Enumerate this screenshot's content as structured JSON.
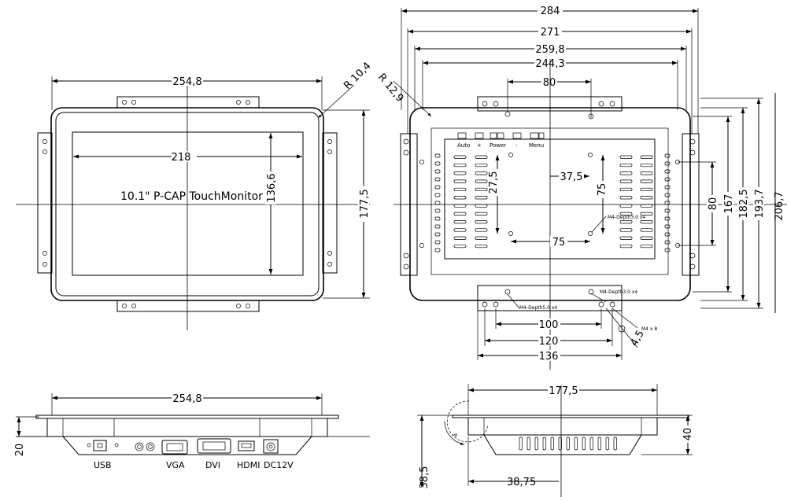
{
  "front_view": {
    "overall_width": "254,8",
    "active_width": "218",
    "active_height": "136,6",
    "overall_height": "177,5",
    "radius_outer": "R 10,4",
    "product_name": "10.1\" P-CAP TouchMonitor"
  },
  "rear_view": {
    "width_284": "284",
    "width_271": "271",
    "width_259_8": "259,8",
    "width_244_3": "244,3",
    "top_bracket_hole_spacing": "80",
    "radius_rear": "R 12,9",
    "vesa_horizontal": "37,5",
    "vesa_vertical_small": "27,5",
    "vesa_vertical": "75",
    "vesa_bottom": "75",
    "screw_label_top": "M4-Depth3.0 x4",
    "screw_label_bottom_left": "M4-Depth5.0 x4",
    "screw_label_bottom_right": "M4-Depth3.0 x4",
    "screw_size": "M4 x 8",
    "hole_dia": "4,5",
    "bottom_100": "100",
    "bottom_120": "120",
    "bottom_136": "136",
    "right_80": "80",
    "right_167": "167",
    "right_182_5": "182,5",
    "right_193_7": "193,7",
    "right_cut": "206,7",
    "buttons": [
      "Auto",
      "+",
      "Power",
      "-",
      "Menu"
    ]
  },
  "bottom_view": {
    "width": "254,8",
    "height": "20",
    "ports": [
      "USB",
      "VGA",
      "DVI",
      "HDMI",
      "DC12V"
    ]
  },
  "side_view": {
    "depth": "177,5",
    "height": "40",
    "offset": "38,75",
    "total_offset": "38,5",
    "angle_label": "P"
  }
}
